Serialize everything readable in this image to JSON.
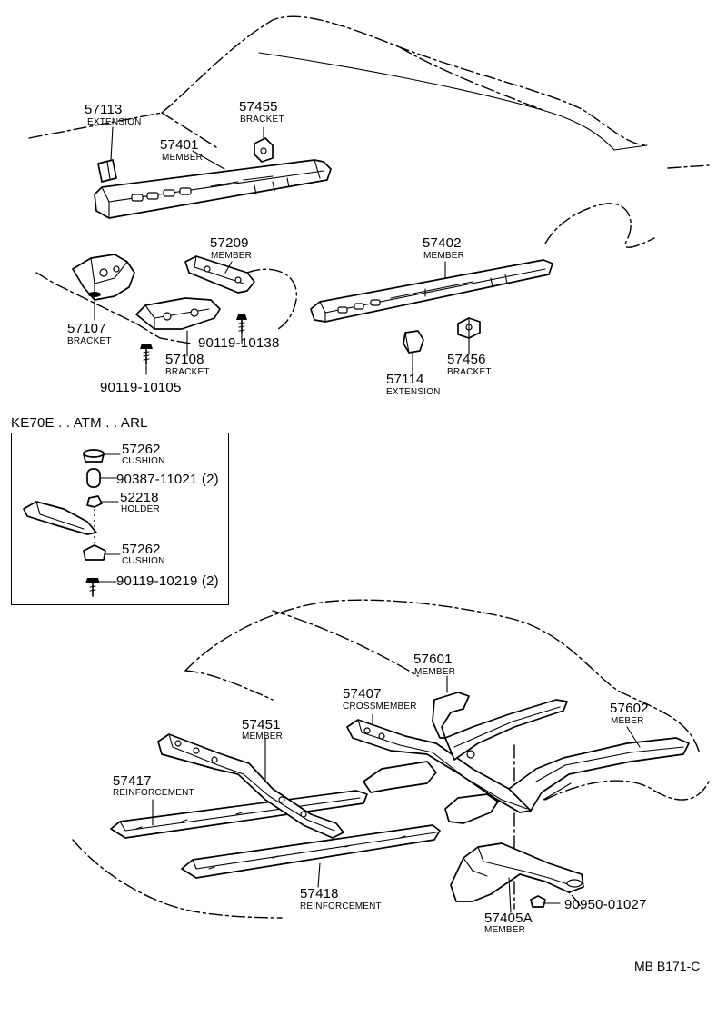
{
  "inset": {
    "title": "KE70E . . ATM . . ARL"
  },
  "diagram_code": "MB B171-C",
  "parts": [
    {
      "id": "p57113",
      "number": "57113",
      "name": "EXTENSION"
    },
    {
      "id": "p57455",
      "number": "57455",
      "name": "BRACKET"
    },
    {
      "id": "p57401",
      "number": "57401",
      "name": "MEMBER"
    },
    {
      "id": "p57209",
      "number": "57209",
      "name": "MEMBER"
    },
    {
      "id": "p57402",
      "number": "57402",
      "name": "MEMBER"
    },
    {
      "id": "p57107",
      "number": "57107",
      "name": "BRACKET"
    },
    {
      "id": "p90119_10138",
      "number": "90119-10138",
      "name": ""
    },
    {
      "id": "p57108",
      "number": "57108",
      "name": "BRACKET"
    },
    {
      "id": "p90119_10105",
      "number": "90119-10105",
      "name": ""
    },
    {
      "id": "p57456",
      "number": "57456",
      "name": "BRACKET"
    },
    {
      "id": "p57114",
      "number": "57114",
      "name": "EXTENSION"
    },
    {
      "id": "p57262a",
      "number": "57262",
      "name": "CUSHION"
    },
    {
      "id": "p90387",
      "number": "90387-11021 (2)",
      "name": ""
    },
    {
      "id": "p52218",
      "number": "52218",
      "name": "HOLDER"
    },
    {
      "id": "p57262b",
      "number": "57262",
      "name": "CUSHION"
    },
    {
      "id": "p90119_10219",
      "number": "90119-10219 (2)",
      "name": ""
    },
    {
      "id": "p57601",
      "number": "57601",
      "name": "MEMBER"
    },
    {
      "id": "p57407",
      "number": "57407",
      "name": "CROSSMEMBER"
    },
    {
      "id": "p57602",
      "number": "57602",
      "name": "MEBER"
    },
    {
      "id": "p57451",
      "number": "57451",
      "name": "MEMBER"
    },
    {
      "id": "p57417",
      "number": "57417",
      "name": "REINFORCEMENT"
    },
    {
      "id": "p57418",
      "number": "57418",
      "name": "REINFORCEMENT"
    },
    {
      "id": "p57405A",
      "number": "57405A",
      "name": "MEMBER"
    },
    {
      "id": "p90950",
      "number": "90950-01027",
      "name": ""
    }
  ]
}
